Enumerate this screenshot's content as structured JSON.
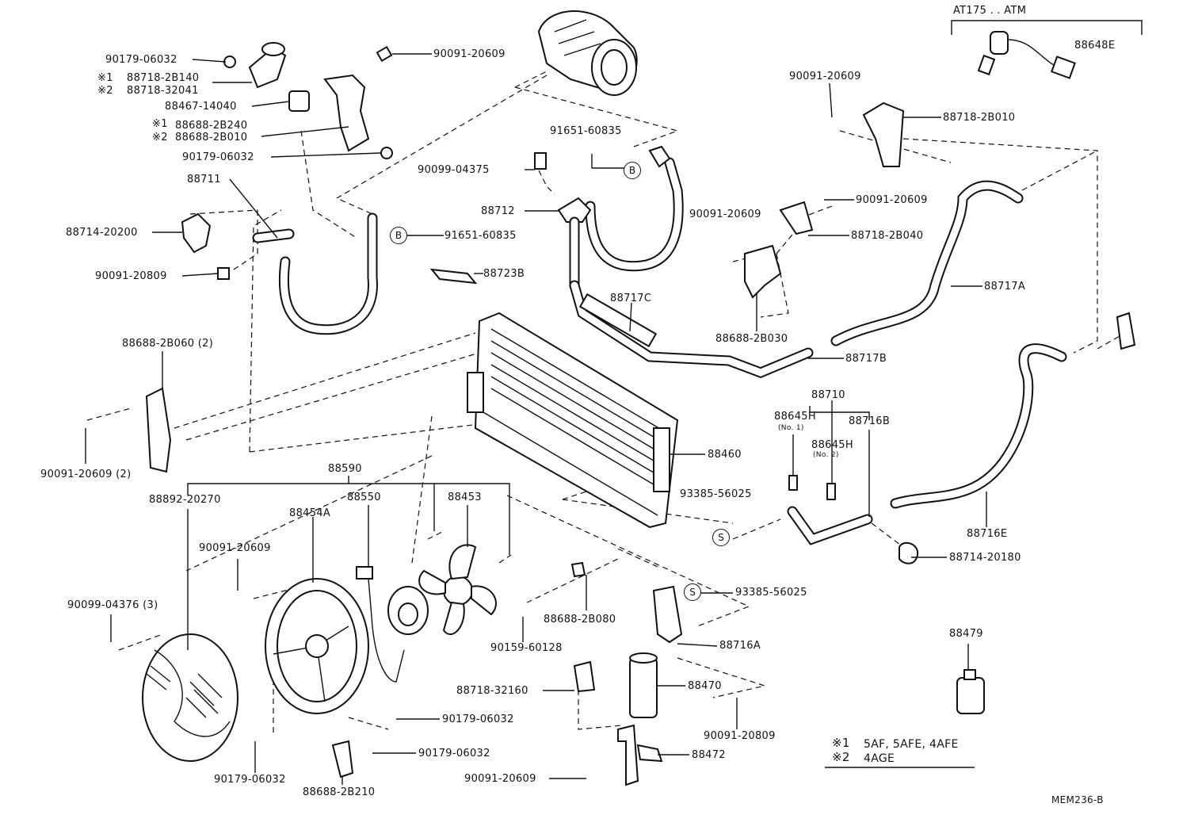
{
  "labels": {
    "top_bracket": "AT175 . . ATM",
    "p_88648e": "88648E",
    "p_90179_06032_a": "90179-06032",
    "p_88718_2b140_mark": "※1",
    "p_88718_2b140": "88718-2B140",
    "p_88718_32041_mark": "※2",
    "p_88718_32041": "88718-32041",
    "p_88467_14040": "88467-14040",
    "p_88688_2b240_mark": "※1",
    "p_88688_2b240": "88688-2B240",
    "p_88688_2b010_mark": "※2",
    "p_88688_2b010": "88688-2B010",
    "p_90179_06032_b": "90179-06032",
    "p_90091_20609_top": "90091-20609",
    "p_88711": "88711",
    "p_88714_20200": "88714-20200",
    "p_90091_20809_a": "90091-20809",
    "p_91651_60835_a": "91651-60835",
    "p_91651_60835_b": "91651-60835",
    "p_90099_04375": "90099-04375",
    "p_88712": "88712",
    "p_88723b": "88723B",
    "p_90091_20609_right_top": "90091-20609",
    "p_88718_2b010": "88718-2B010",
    "p_90091_20609_mid": "90091-20609",
    "p_90091_20609_mid2": "90091-20609",
    "p_88718_2b040": "88718-2B040",
    "p_88717a": "88717A",
    "p_88717c": "88717C",
    "p_88688_2b030": "88688-2B030",
    "p_88717b": "88717B",
    "p_88688_2b060": "88688-2B060 (2)",
    "p_90091_20609_2": "90091-20609 (2)",
    "p_88710": "88710",
    "p_88645h_1": "88645H",
    "p_no1": "(No. 1)",
    "p_88645h_2": "88645H",
    "p_no2": "(No. 2)",
    "p_88716b": "88716B",
    "p_88460": "88460",
    "p_93385_56025_a": "93385-56025",
    "p_88716e": "88716E",
    "p_88714_20180": "88714-20180",
    "p_88590": "88590",
    "p_88892_20270": "88892-20270",
    "p_88454a": "88454A",
    "p_88550": "88550",
    "p_88453": "88453",
    "p_90091_20609_fan": "90091-20609",
    "p_90099_04376": "90099-04376 (3)",
    "p_88688_2b080": "88688-2B080",
    "p_90159_60128": "90159-60128",
    "p_93385_56025_b": "93385-56025",
    "p_88716a": "88716A",
    "p_88479": "88479",
    "p_88718_32160": "88718-32160",
    "p_88470": "88470",
    "p_90091_20809_b": "90091-20809",
    "p_90179_06032_c": "90179-06032",
    "p_90179_06032_d": "90179-06032",
    "p_90179_06032_e": "90179-06032",
    "p_88688_2b210": "88688-2B210",
    "p_88472": "88472",
    "p_90091_20609_bottom": "90091-20609",
    "mark_b": "B",
    "mark_s": "S"
  },
  "legend": {
    "mark1": "※1",
    "text1": "5AF, 5AFE, 4AFE",
    "mark2": "※2",
    "text2": "4AGE"
  },
  "diagram_code": "MEM236-B"
}
